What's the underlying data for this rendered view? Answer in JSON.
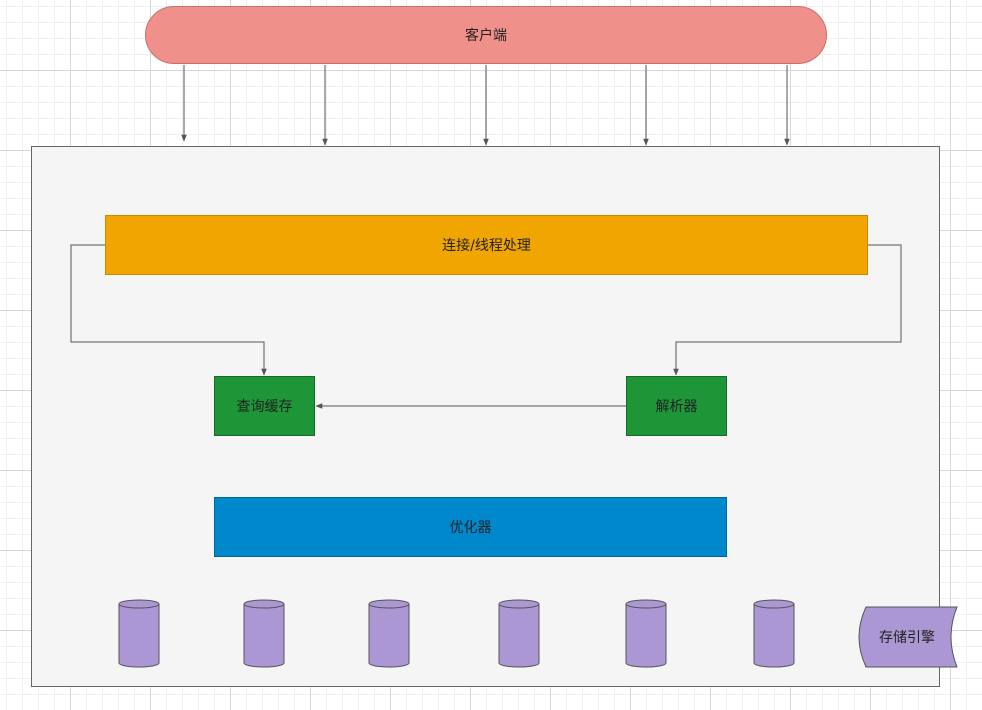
{
  "nodes": {
    "client": "客户端",
    "connection": "连接/线程处理",
    "query_cache": "查询缓存",
    "parser": "解析器",
    "optimizer": "优化器",
    "storage_engine": "存储引擎"
  },
  "colors": {
    "client": "#f0908a",
    "connection": "#f0a500",
    "green_box": "#1e9638",
    "optimizer": "#0088cc",
    "cylinder": "#ab97d3",
    "connector": "#555555"
  },
  "cylinder_count": 6
}
